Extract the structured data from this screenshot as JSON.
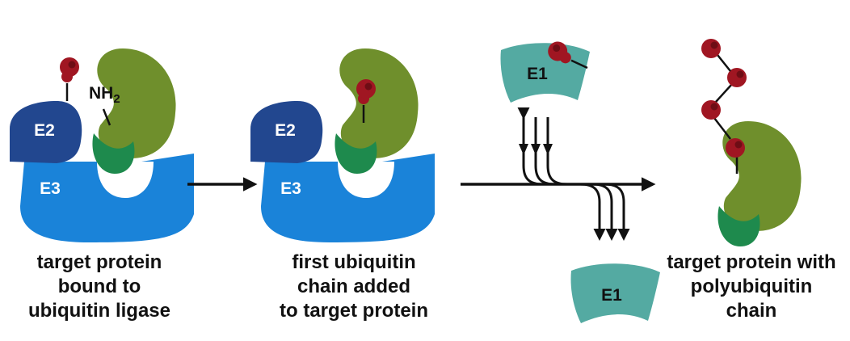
{
  "colors": {
    "e3": "#1a83d9",
    "e2": "#22478f",
    "e1": "#54aaa2",
    "target": "#6f8f2c",
    "target_pocket": "#1e8a4d",
    "ubiquitin": "#a01622",
    "arrow": "#111111"
  },
  "panel1": {
    "e2": "E2",
    "e3": "E3",
    "nh2_base": "NH",
    "nh2_sub": "2",
    "caption": [
      "target protein",
      "bound to",
      "ubiquitin ligase"
    ]
  },
  "panel2": {
    "e2": "E2",
    "e3": "E3",
    "caption": [
      "first ubiquitin",
      "chain added",
      "to target protein"
    ]
  },
  "panel3": {
    "e1_top": "E1",
    "e1_bottom": "E1"
  },
  "panel4": {
    "caption": [
      "target protein with",
      "polyubiquitin",
      "chain"
    ]
  }
}
